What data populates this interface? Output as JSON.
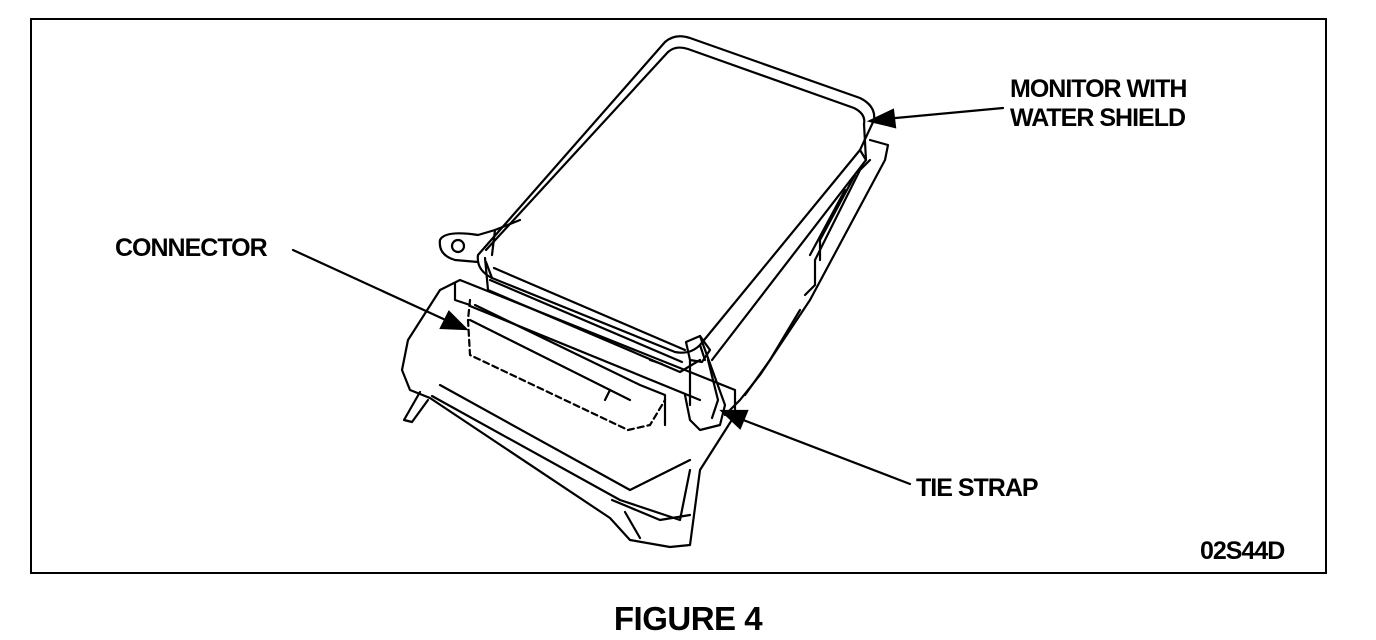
{
  "diagram": {
    "callouts": {
      "monitor_line1": "MONITOR WITH",
      "monitor_line2": "WATER SHIELD",
      "connector": "CONNECTOR",
      "tie_strap": "TIE STRAP"
    },
    "figure_id": "02S44D"
  },
  "caption": "FIGURE 4",
  "colors": {
    "ink": "#000000",
    "background": "#ffffff"
  }
}
